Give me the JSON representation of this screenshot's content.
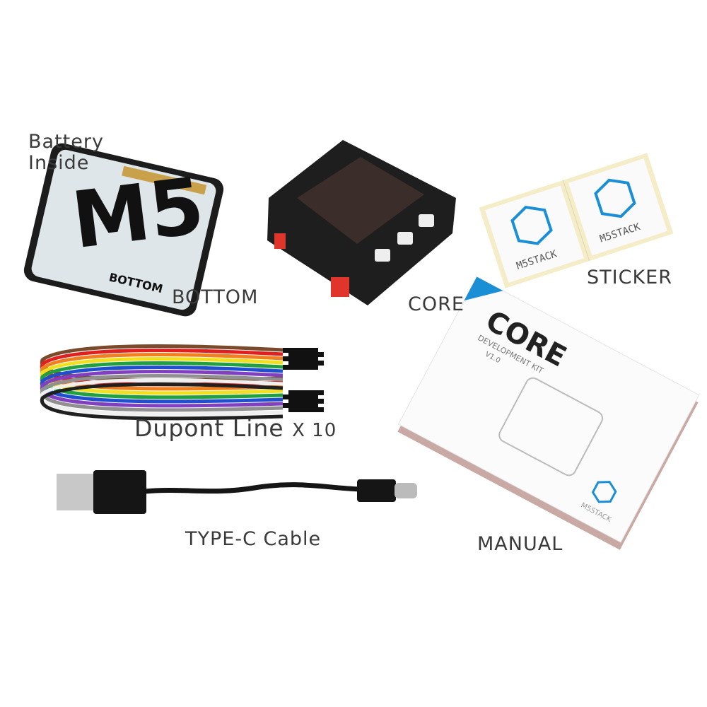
{
  "labels": {
    "battery_line1": "Battery",
    "battery_line2": "Inside",
    "bottom": "BOTTOM",
    "core": "CORE",
    "sticker": "STICKER",
    "dupont_main": "Dupont Line",
    "dupont_count": "X 10",
    "cable": "TYPE-C Cable",
    "manual": "MANUAL"
  },
  "product_lettering": {
    "bottom_logo": "M5",
    "bottom_print": "BOTTOM",
    "sticker_brand": "M5STACK",
    "manual_title": "CORE",
    "manual_subtitle": "DEVELOPMENT KIT",
    "manual_version": "V1.0",
    "manual_brand": "M5STACK"
  },
  "colors": {
    "label_text": "#3a3a3a",
    "brand_blue": "#1a8fd6",
    "core_body": "#1e1e1e",
    "accent_red": "#e0352b",
    "wire_colors": [
      "#7a4a2a",
      "#e02020",
      "#f08020",
      "#f0e020",
      "#20a040",
      "#2050d0",
      "#8040c0",
      "#909090",
      "#f0f0f0",
      "#202020"
    ]
  }
}
